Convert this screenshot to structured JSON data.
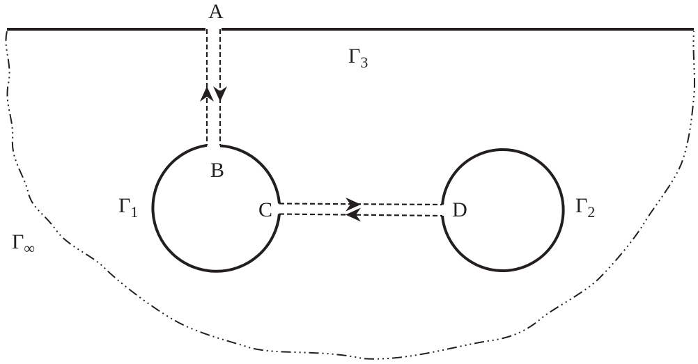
{
  "labels": {
    "a": "A",
    "b": "B",
    "c": "C",
    "d": "D"
  },
  "boundaries": {
    "gamma_1": {
      "symbol": "Γ",
      "sub": "1"
    },
    "gamma_2": {
      "symbol": "Γ",
      "sub": "2"
    },
    "gamma_3": {
      "symbol": "Γ",
      "sub": "3"
    },
    "gamma_inf": {
      "symbol": "Γ",
      "sub": "∞"
    }
  },
  "colors": {
    "stroke": "#231f20",
    "background": "#ffffff"
  }
}
